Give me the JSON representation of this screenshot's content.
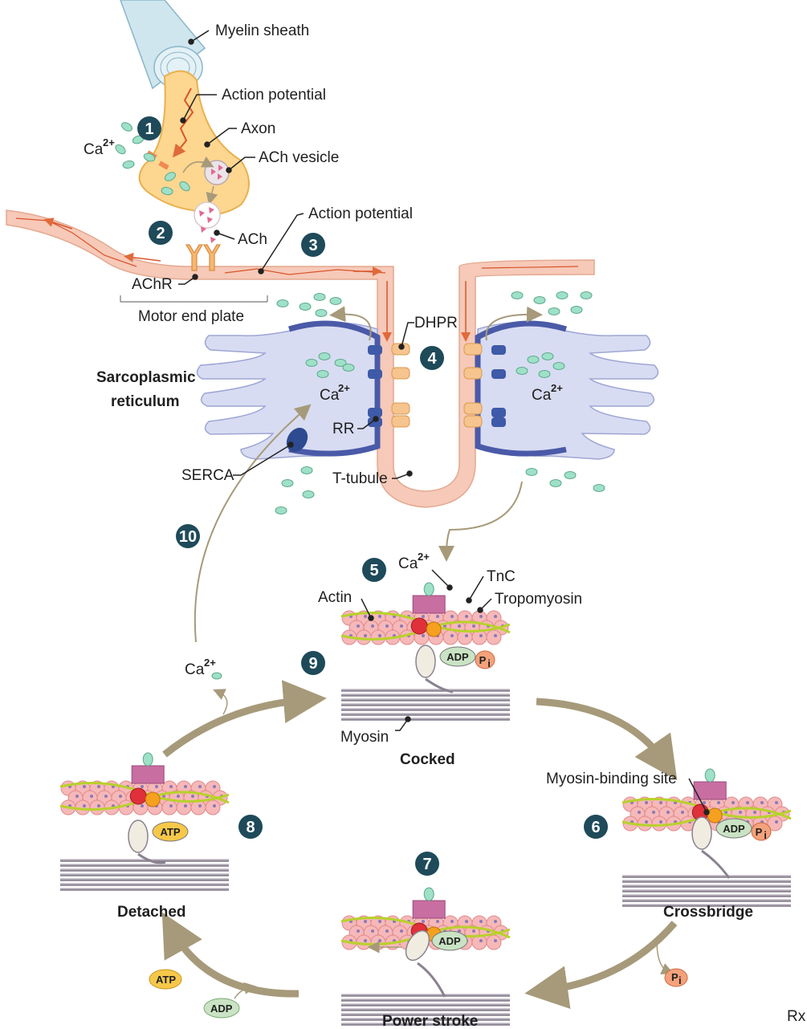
{
  "labels": {
    "myelin_sheath": "Myelin sheath",
    "action_potential_top": "Action potential",
    "axon": "Axon",
    "ach_vesicle": "ACh vesicle",
    "ca_top": "Ca",
    "ca_sup": "2+",
    "ach": "ACh",
    "action_potential_mid": "Action potential",
    "achr": "AChR",
    "motor_end_plate": "Motor end plate",
    "dhpr": "DHPR",
    "sarcoplasmic_reticulum_1": "Sarcoplasmic",
    "sarcoplasmic_reticulum_2": "reticulum",
    "ca_sr_left": "Ca",
    "ca_sr_right": "Ca",
    "rr": "RR",
    "serca": "SERCA",
    "t_tubule": "T-tubule",
    "ca_tnc": "Ca",
    "tnc": "TnC",
    "actin": "Actin",
    "tropomyosin": "Tropomyosin",
    "adp": "ADP",
    "pi": "P",
    "pi_sub": "i",
    "myosin": "Myosin",
    "cocked": "Cocked",
    "ca_left": "Ca",
    "myosin_binding_site": "Myosin-binding site",
    "crossbridge": "Crossbridge",
    "power_stroke": "Power stroke",
    "detached": "Detached",
    "atp": "ATP",
    "logo": "Rx"
  },
  "steps": [
    "1",
    "2",
    "3",
    "4",
    "5",
    "6",
    "7",
    "8",
    "9",
    "10"
  ],
  "colors": {
    "step_circle": "#1e4a5a",
    "myelin": "#cfe6ef",
    "axon": "#fdd690",
    "muscle_membrane": "#f6c9b8",
    "sr_body": "#d8dcf2",
    "sr_edge": "#4a5aa8",
    "calcium": "#9fe0c8",
    "actin": "#f6b8b8",
    "tropomyosin": "#b8d12c",
    "tnc": "#c86ea0",
    "myosin": "#8a8290",
    "adp": "#c9e3c4",
    "pi": "#f4a27c",
    "atp": "#f6c84a",
    "arrow": "#a69a7a"
  }
}
